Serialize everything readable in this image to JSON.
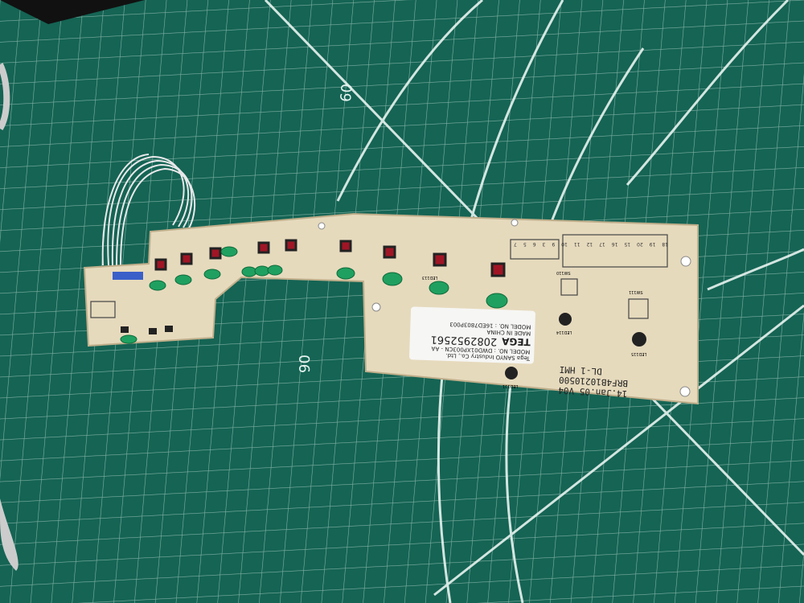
{
  "mat": {
    "color": "#176b5b",
    "line_color": "#cfe8e0",
    "marks": [
      "60",
      "90"
    ]
  },
  "board": {
    "color": "#e8dcc0",
    "title": "DL-1 HMI",
    "part": "BRF4B10210500",
    "date": "14.Jan.05 V04",
    "led_labels": [
      "LED111",
      "LED114",
      "LED115",
      "LED113"
    ],
    "switch_labels": [
      "SW110",
      "SW111"
    ],
    "pin_numbers": [
      "18",
      "19",
      "20",
      "15",
      "16",
      "17",
      "12",
      "11",
      "10",
      "9",
      "3",
      "6",
      "5",
      "7"
    ]
  },
  "label": {
    "model_no_top": "MODEL NO. : 16ED7803P003",
    "number": "2082952561",
    "made_in": "MADE IN CHINA",
    "brand": "TEGA",
    "model_no": "MODEL NO. : DWD01XP003CN - AA",
    "company": "Tega SANYO Industry Co., Ltd."
  }
}
